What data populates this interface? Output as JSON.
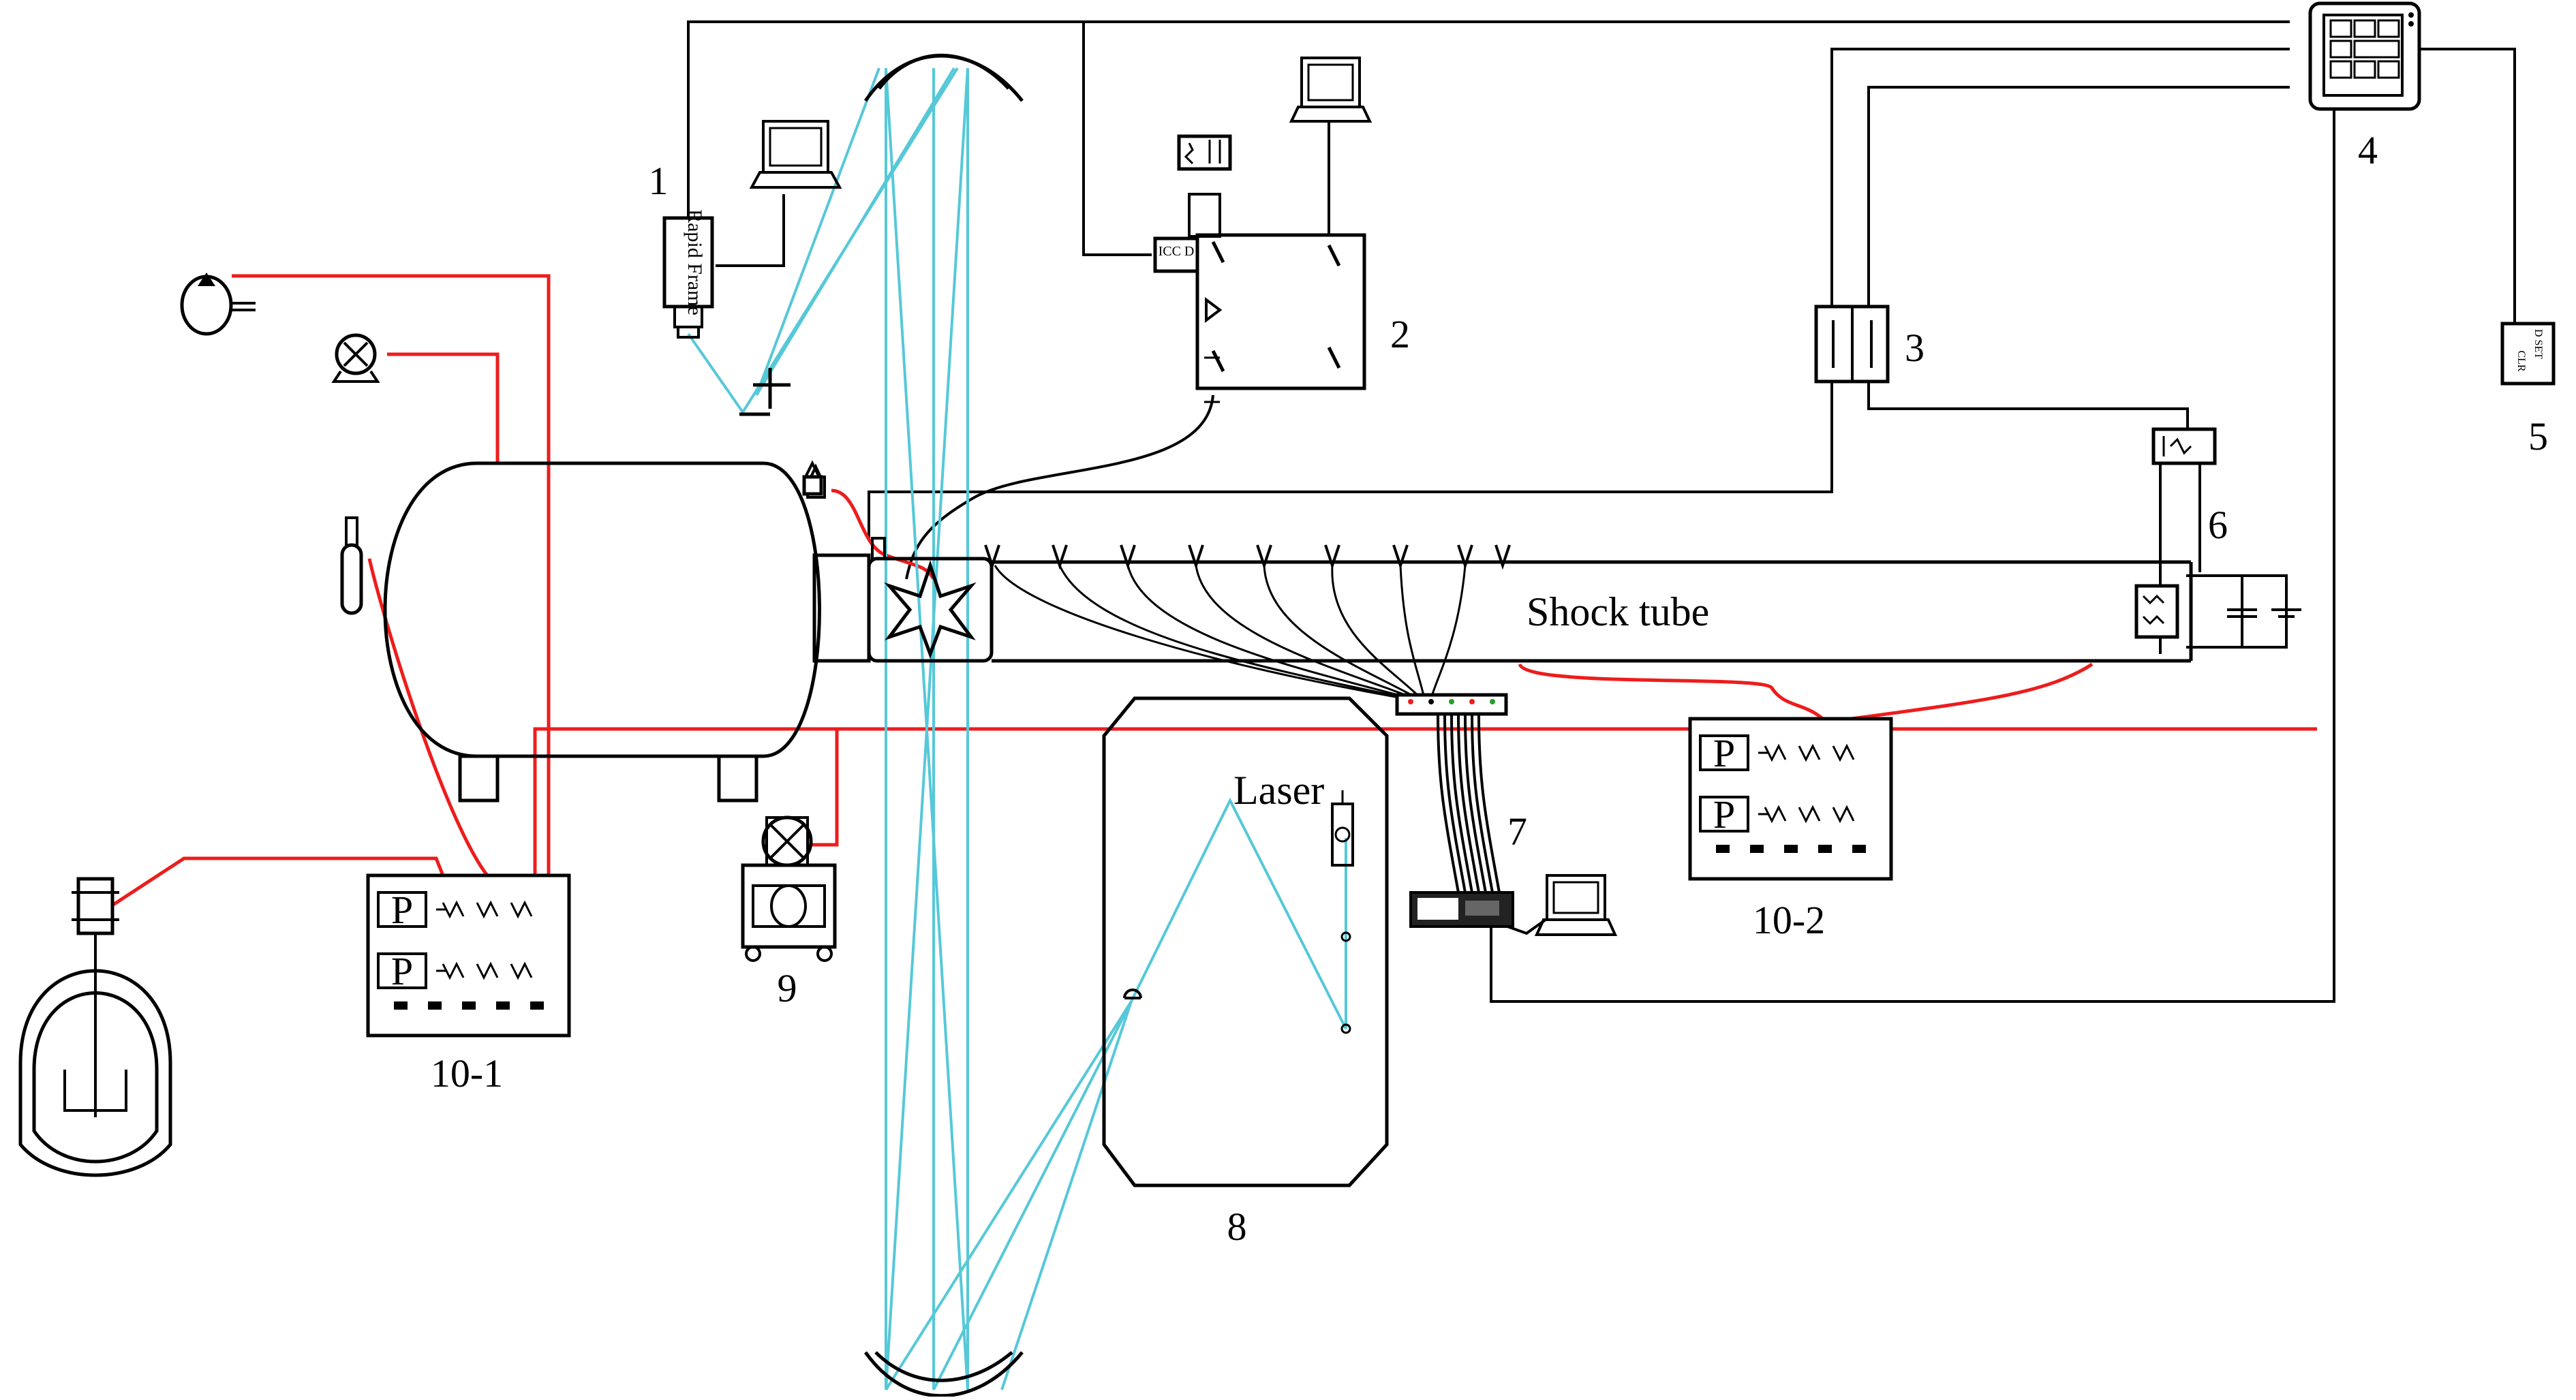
{
  "labels": {
    "rapid_frame": "Rapid Frame",
    "iccd": "ICC D",
    "n1": "1",
    "n2": "2",
    "n3": "3",
    "n4": "4",
    "n5": "5",
    "n6": "6",
    "n7": "7",
    "n8": "8",
    "n9": "9",
    "n10_1": "10-1",
    "n10_2": "10-2",
    "shock_tube": "Shock tube",
    "laser": "Laser",
    "valve_panel_p": "P",
    "flipflop_dset": "D SET",
    "flipflop_clr": "CLR"
  },
  "colors": {
    "gas_line": "#ee1c1c",
    "optical_path": "#56c8d8",
    "signal_line": "#000000"
  },
  "icons": [
    "laptop-icon",
    "gas-cylinder-icon",
    "vacuum-pump-icon",
    "pressure-gauge-icon",
    "mirror-icon",
    "spark-icon",
    "oscilloscope-icon",
    "delay-generator-icon"
  ]
}
